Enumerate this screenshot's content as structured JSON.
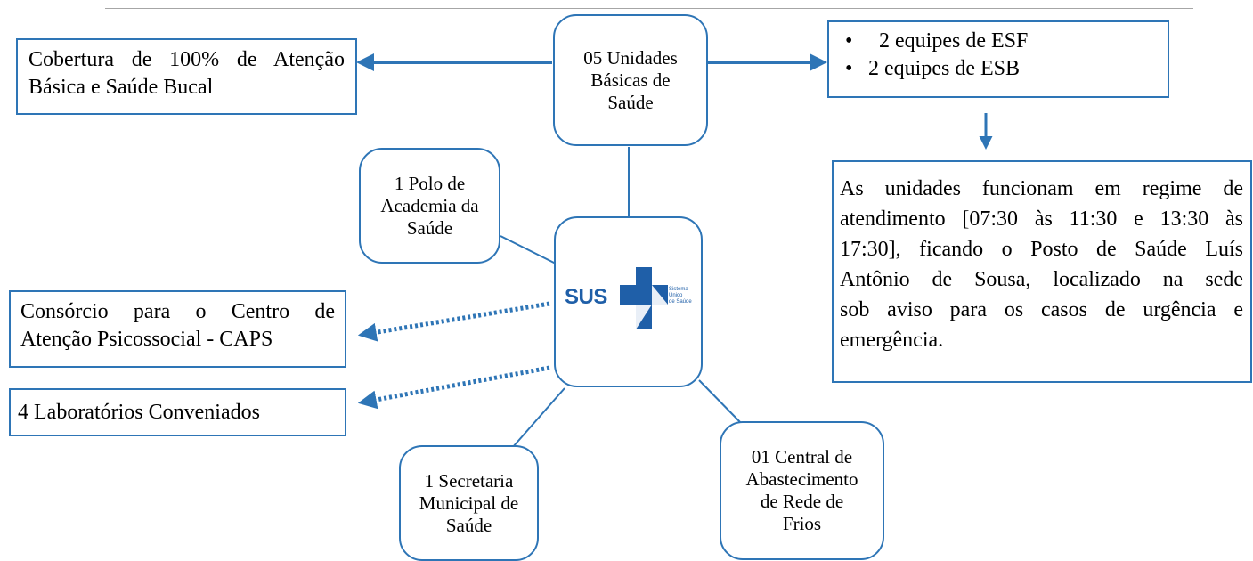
{
  "center": {
    "logo_text": "SUS",
    "logo_sub_lines": [
      "Sistema",
      "Único",
      "de Saúde"
    ],
    "logo_color": "#1f5fa8"
  },
  "ubs": {
    "lines": [
      "05 Unidades",
      "Básicas de",
      "Saúde"
    ]
  },
  "cobertura": {
    "lines": [
      "Cobertura de 100% de Atenção",
      "Básica e Saúde Bucal"
    ]
  },
  "equipes": {
    "items": [
      "2 equipes de ESF",
      "2 equipes de ESB"
    ],
    "bullet": "•"
  },
  "funcionamento": {
    "lines": [
      "As unidades funcionam em regime de",
      "atendimento [07:30 às 11:30 e 13:30 às",
      "17:30], ficando  o Posto de Saúde Luís",
      "Antônio de Sousa, localizado na sede",
      "sob aviso para os casos de urgência e",
      "emergência."
    ]
  },
  "polo": {
    "lines": [
      "1 Polo de",
      "Academia da",
      "Saúde"
    ]
  },
  "caps": {
    "lines": [
      "Consórcio para o Centro de",
      "Atenção Psicossocial - CAPS"
    ]
  },
  "laboratorios": {
    "text": "4 Laboratórios Conveniados"
  },
  "secretaria": {
    "lines": [
      "1 Secretaria",
      "Municipal de",
      "Saúde"
    ]
  },
  "central": {
    "lines": [
      "01 Central de",
      "Abastecimento",
      "de Rede de",
      "Frios"
    ]
  },
  "colors": {
    "border": "#2e75b6",
    "arrow": "#2e75b6",
    "dotted_arrow": "#2e75b6",
    "top_rule": "#a6a6a6"
  }
}
